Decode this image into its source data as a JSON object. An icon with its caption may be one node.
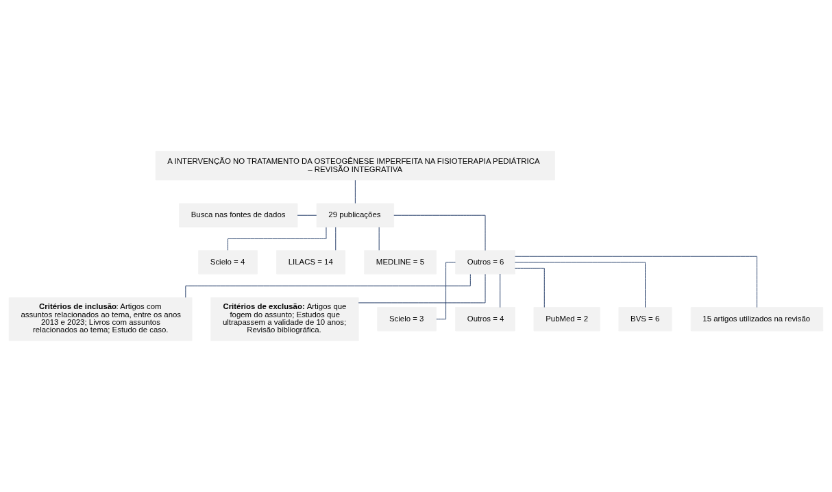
{
  "diagram": {
    "nodes": [
      {
        "text": [
          "A INTERVENÇÃO NO TRATAMENTO DA OSTEOGÊNESE IMPERFEITA NA FISIOTERAPIA PEDIÁTRICA – REVISÃO INTEGRATIVA"
        ]
      },
      {
        "text": [
          "Busca nas fontes de dados"
        ]
      },
      {
        "text": [
          "29 publicações"
        ]
      },
      {
        "text": [
          "Scielo = 4"
        ]
      },
      {
        "text": [
          "LILACS = 14"
        ]
      },
      {
        "text": [
          "MEDLINE = 5"
        ]
      },
      {
        "text": [
          "Outros = 6"
        ]
      },
      {
        "text": [
          "**Critérios de inclusão**: Artigos com assuntos relacionados ao tema, entre os anos 2013 e 2023; Livros com assuntos relacionados ao tema; Estudo de caso."
        ]
      },
      {
        "text": [
          "**Critérios de exclusão:** Artigos que fogem do assunto; Estudos que ultrapassem a validade de 10 anos; Revisão bibliográfica."
        ]
      },
      {
        "text": [
          "Scielo = 3"
        ]
      },
      {
        "text": [
          "Outros = 4"
        ]
      },
      {
        "text": [
          "PubMed = 2"
        ]
      },
      {
        "text": [
          "BVS = 6"
        ]
      },
      {
        "text": [
          "15 artigos utilizados na revisão"
        ]
      }
    ],
    "edges": [
      {
        "from": 0,
        "to": 2,
        "arrow": "none"
      },
      {
        "from": 1,
        "to": 2,
        "arrow": "none"
      },
      {
        "from": 2,
        "to": 3,
        "arrow": "none"
      },
      {
        "from": 2,
        "to": 4,
        "arrow": "none"
      },
      {
        "from": 2,
        "to": 5,
        "arrow": "none"
      },
      {
        "from": 2,
        "to": 6,
        "arrow": "none"
      },
      {
        "from": 6,
        "to": 7,
        "arrow": "none"
      },
      {
        "from": 6,
        "to": 8,
        "arrow": "none"
      },
      {
        "from": 6,
        "to": 9,
        "arrow": "none"
      },
      {
        "from": 6,
        "to": 10,
        "arrow": "none"
      },
      {
        "from": 6,
        "to": 11,
        "arrow": "none"
      },
      {
        "from": 6,
        "to": 12,
        "arrow": "none"
      },
      {
        "from": 6,
        "to": 13,
        "arrow": "none"
      }
    ]
  }
}
